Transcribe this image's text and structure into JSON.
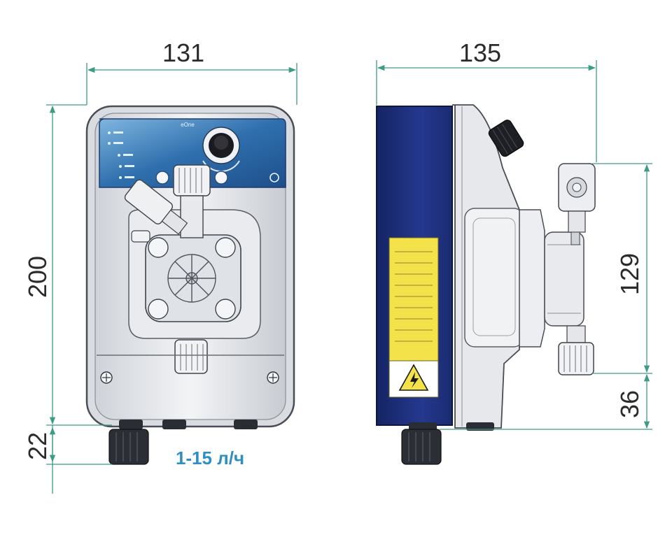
{
  "dimensions": {
    "front_width": "131",
    "side_width": "135",
    "front_height": "200",
    "foot_height": "22",
    "side_upper": "129",
    "side_lower": "36"
  },
  "caption": "1-15 л/ч",
  "panel_brand": "eOne",
  "colors": {
    "dimension_line": "#3d9c86",
    "caption": "#2f8fc4",
    "housing_dark": "#1e2f7a",
    "panel_blue": "#2f6fae",
    "body_grey": "#e4e6ea"
  },
  "icons": [
    "hazard-icon",
    "knob-icon",
    "power-icon"
  ]
}
